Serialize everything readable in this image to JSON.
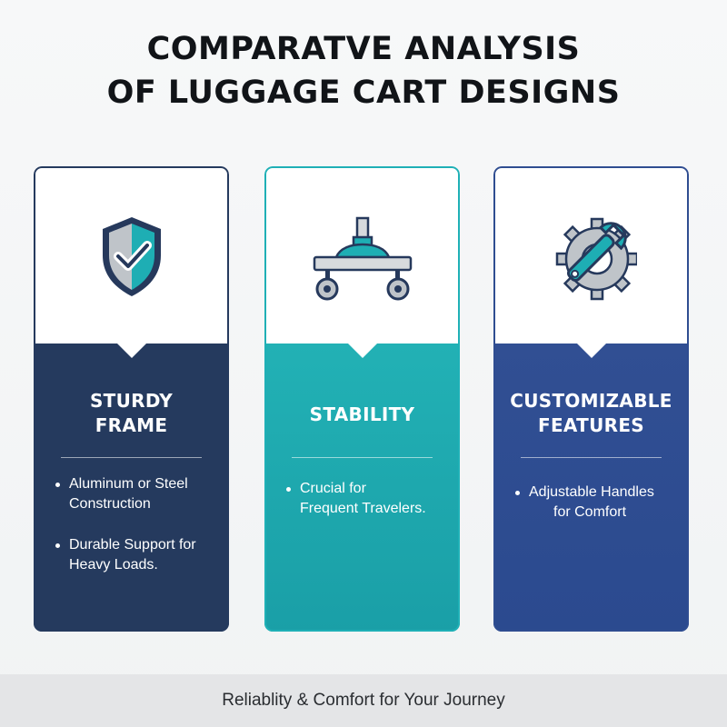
{
  "title": {
    "line1": "COMPARATVE ANALYSIS",
    "line2": "OF LUGGAGE CART DESIGNS"
  },
  "cards": [
    {
      "icon": "shield-check-icon",
      "heading_lines": [
        "STURDY",
        "FRAME"
      ],
      "bullets": [
        [
          "Aluminum or Steel",
          "Construction"
        ],
        [
          "Durable Support for",
          "Heavy Loads."
        ]
      ],
      "colors": {
        "panel": "#253a5e",
        "border": "#253a5e"
      }
    },
    {
      "icon": "cart-platform-icon",
      "heading_lines": [
        "STABILITY"
      ],
      "bullets": [
        [
          "Crucial for",
          "Frequent Travelers."
        ]
      ],
      "colors": {
        "panel": "#1fa9ae",
        "border": "#1fb0b6"
      }
    },
    {
      "icon": "wrench-gear-icon",
      "heading_lines": [
        "CUSTOMIZABLE",
        "FEATURES"
      ],
      "bullets": [
        [
          "Adjustable Handles",
          "for Comfort"
        ]
      ],
      "colors": {
        "panel": "#2f4d91",
        "border": "#2f4d91"
      }
    }
  ],
  "footer": {
    "tagline": "Reliablity & Comfort for Your Journey"
  }
}
